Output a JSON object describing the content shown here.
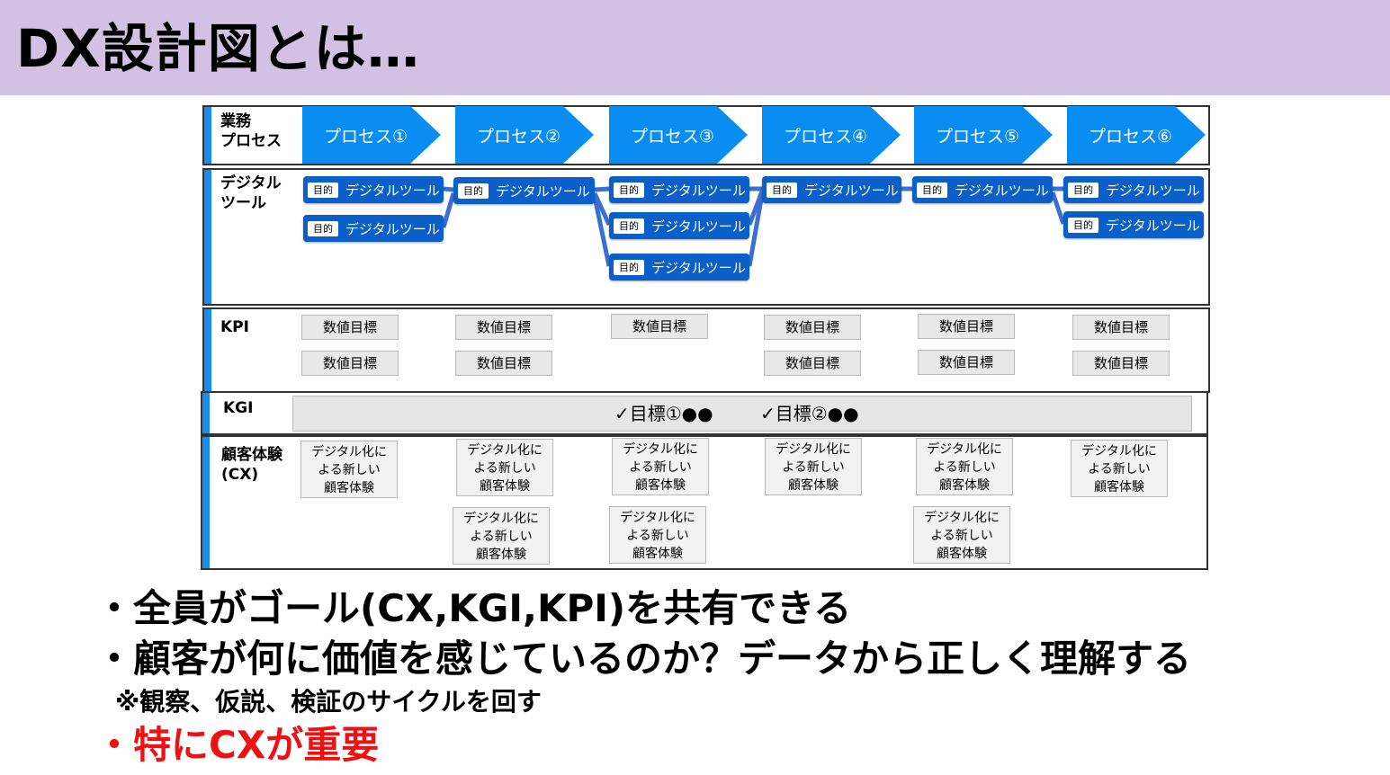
{
  "title": "DX設計図とは…",
  "rows": {
    "process": "業務\nプロセス",
    "tools": "デジタル\nツール",
    "kpi": "KPI",
    "kgi": "KGI",
    "cx": "顧客体験\n(CX)"
  },
  "processes": [
    "プロセス①",
    "プロセス②",
    "プロセス③",
    "プロセス④",
    "プロセス⑤",
    "プロセス⑥"
  ],
  "tool": {
    "tag": "目的",
    "label": "デジタルツール"
  },
  "kpi_label": "数値目標",
  "kgi": {
    "goal1": "✓目標①●●",
    "goal2": "✓目標②●●"
  },
  "cx_label": "デジタル化に\nよる新しい\n顧客体験",
  "bullets": {
    "b1": "・全員がゴール(CX,KGI,KPI)を共有できる",
    "b2": "・顧客が何に価値を感じているのか？データから正しく理解する",
    "note": "※観察、仮説、検証のサイクルを回す",
    "b4": "・特にCXが重要"
  },
  "colors": {
    "header_bg": "#d3c1e3",
    "process_blue": "#0a8df3",
    "tool_blue": "#0a60c8",
    "stripe_blue": "#1a8cf0",
    "emphasis_red": "#ee1111"
  }
}
